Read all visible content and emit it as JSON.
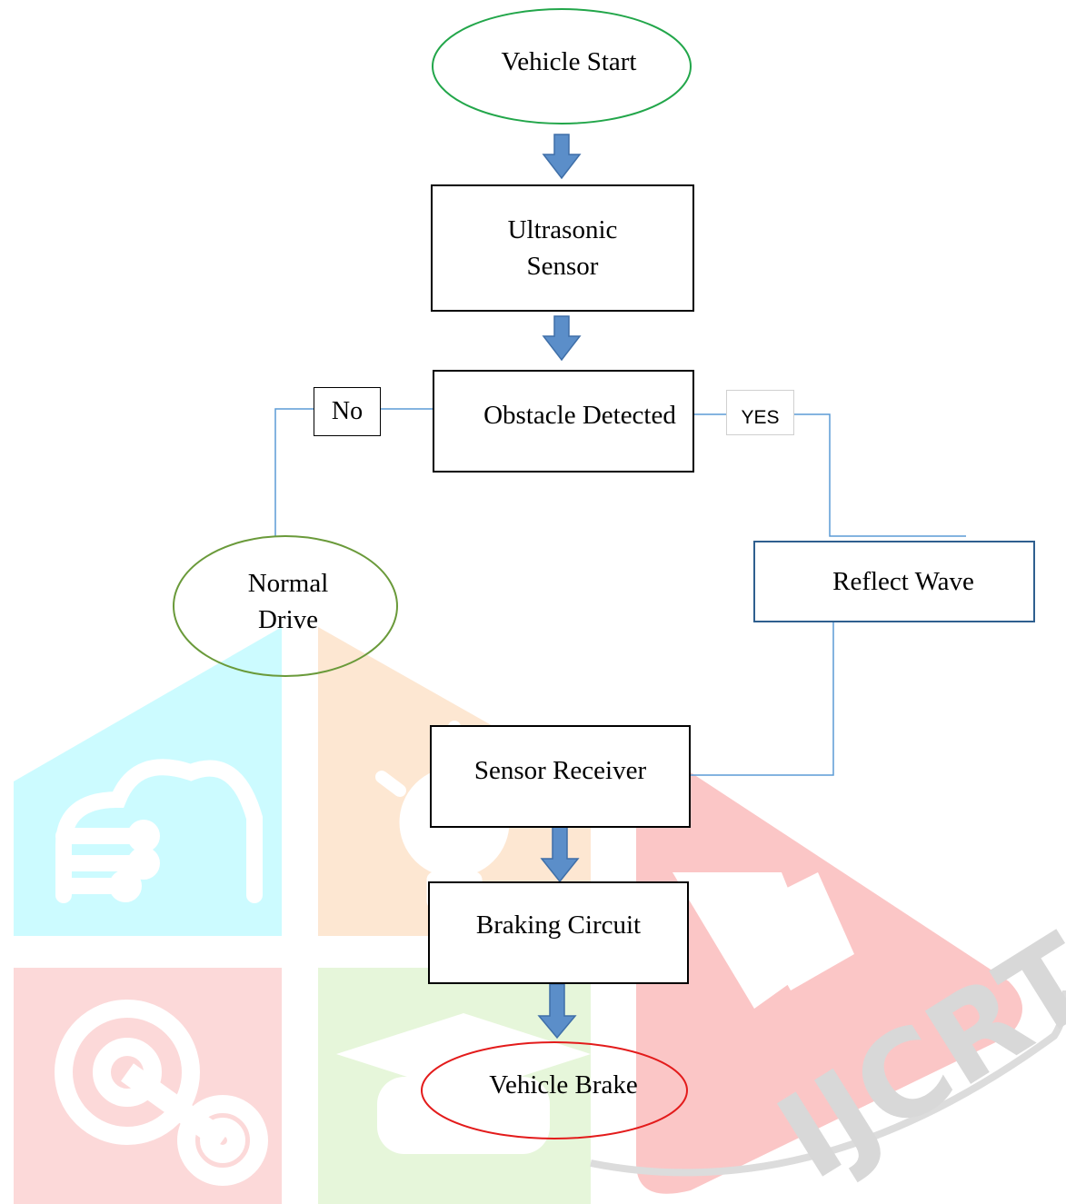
{
  "diagram": {
    "nodes": {
      "start": "Vehicle Start",
      "sensor_line1": "Ultrasonic",
      "sensor_line2": "Sensor",
      "obstacle": "Obstacle Detected",
      "normal_line1": "Normal",
      "normal_line2": "Drive",
      "reflect": "Reflect Wave",
      "receiver": "Sensor Receiver",
      "braking": "Braking Circuit",
      "brake": "Vehicle Brake"
    },
    "edge_labels": {
      "no": "No",
      "yes": "YES"
    }
  },
  "watermark": {
    "text": "IJCRT"
  },
  "colors": {
    "start_outline": "#22a64a",
    "normal_outline": "#6a9a3a",
    "brake_outline": "#e31b1b",
    "arrow_fill": "#5b8ec9",
    "arrow_stroke": "#3f6fa8",
    "connector": "#5b9bd5",
    "reflect_border": "#2f5f8f",
    "wm_cyan": "#ccfbff",
    "wm_peach": "#fde7d2",
    "wm_pink": "#fcd9d9",
    "wm_green": "#e6f6da",
    "wm_red": "#fbc6c6"
  }
}
